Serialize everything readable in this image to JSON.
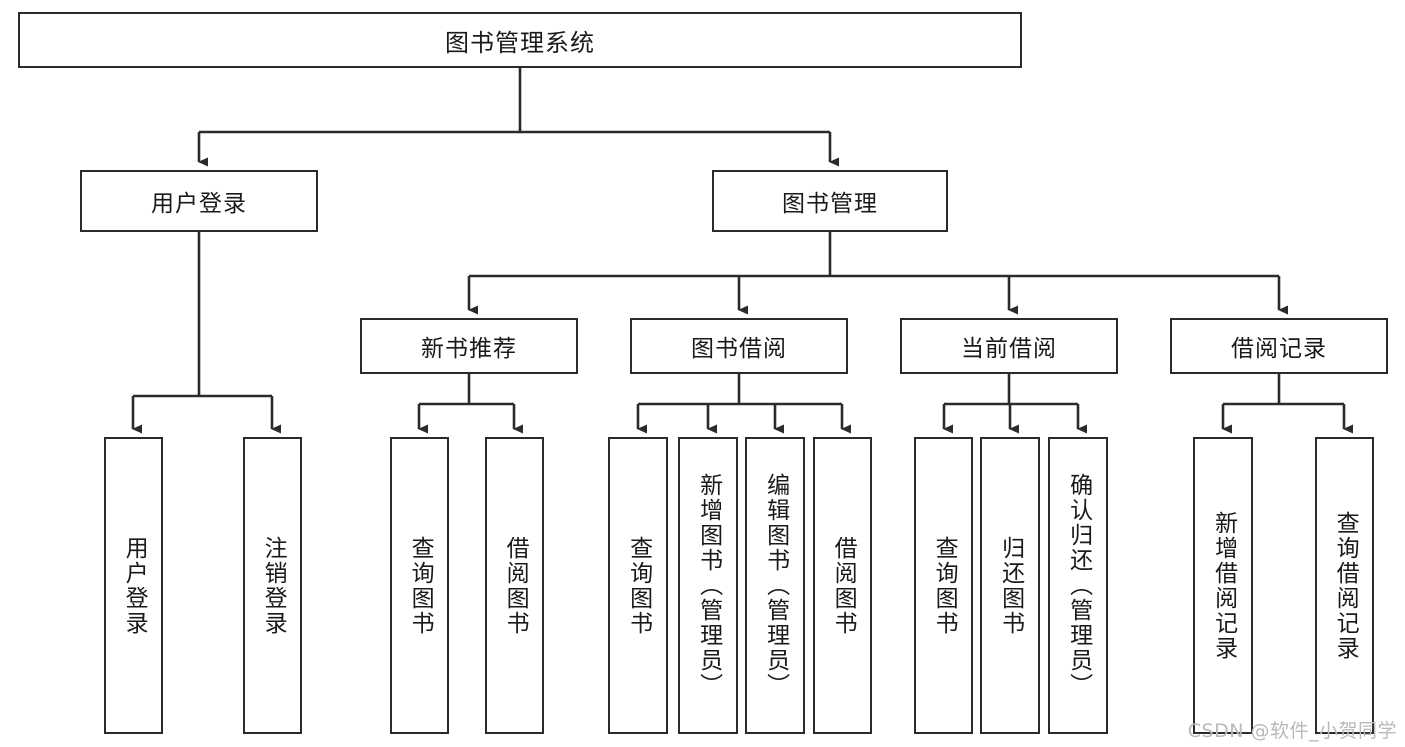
{
  "diagram": {
    "title": "图书管理系统",
    "watermark": "CSDN @软件_小贺同学",
    "levels": {
      "root": {
        "label": "图书管理系统"
      },
      "level2": [
        {
          "label": "用户登录"
        },
        {
          "label": "图书管理"
        }
      ],
      "level3": [
        {
          "label": "新书推荐"
        },
        {
          "label": "图书借阅"
        },
        {
          "label": "当前借阅"
        },
        {
          "label": "借阅记录"
        }
      ],
      "leaves": {
        "user_login": [
          {
            "label": "用户登录"
          },
          {
            "label": "注销登录"
          }
        ],
        "new_book_recommend": [
          {
            "label": "查询图书"
          },
          {
            "label": "借阅图书"
          }
        ],
        "book_borrow": [
          {
            "label": "查询图书"
          },
          {
            "label": "新增图书（管理员）"
          },
          {
            "label": "编辑图书（管理员）"
          },
          {
            "label": "借阅图书"
          }
        ],
        "current_borrow": [
          {
            "label": "查询图书"
          },
          {
            "label": "归还图书"
          },
          {
            "label": "确认归还（管理员）"
          }
        ],
        "borrow_record": [
          {
            "label": "新增借阅记录"
          },
          {
            "label": "查询借阅记录"
          }
        ]
      }
    },
    "colors": {
      "stroke": "#2b2b2b",
      "fill": "#ffffff",
      "text": "#1a1a1a",
      "watermark": "#b9b9b9"
    }
  }
}
